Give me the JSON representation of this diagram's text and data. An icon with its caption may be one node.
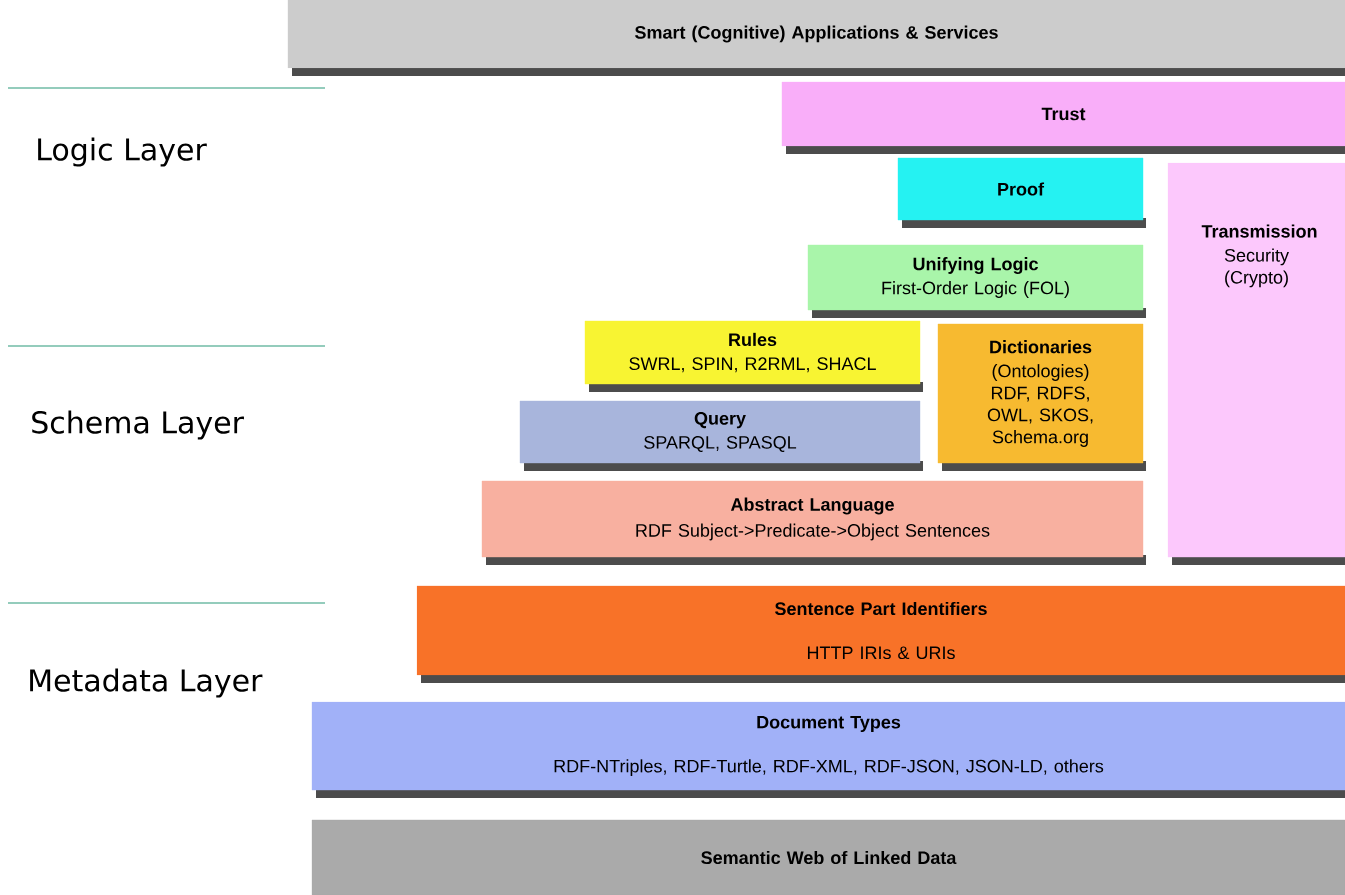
{
  "diagram": {
    "nodes": [
      {
        "text": [
          "Smart (Cognitive) Applications & Services"
        ]
      },
      {
        "text": [
          "Trust"
        ]
      },
      {
        "text": [
          "Proof"
        ]
      },
      {
        "text": [
          "Transmission",
          "Security (Crypto)"
        ]
      },
      {
        "text": [
          "Unifying Logic",
          "First-Order Logic (FOL)"
        ]
      },
      {
        "text": [
          "Rules",
          "SWRL, SPIN, R2RML, SHACL"
        ]
      },
      {
        "text": [
          "Dictionaries",
          "(Ontologies) RDF, RDFS, OWL, SKOS, Schema.org"
        ]
      },
      {
        "text": [
          "Query",
          "SPARQL, SPASQL"
        ]
      },
      {
        "text": [
          "Abstract Language",
          "RDF Subject->Predicate->Object Sentences"
        ]
      },
      {
        "text": [
          "Sentence Part Identifiers",
          "HTTP IRIs & URIs"
        ]
      },
      {
        "text": [
          "Document Types",
          "RDF-NTriples, RDF-Turtle, RDF-XML, RDF-JSON, JSON-LD, others"
        ]
      },
      {
        "text": [
          "Semantic Web of Linked Data"
        ]
      }
    ],
    "labels": [
      "Logic Layer",
      "Schema Layer",
      "Metadata Layer"
    ]
  }
}
